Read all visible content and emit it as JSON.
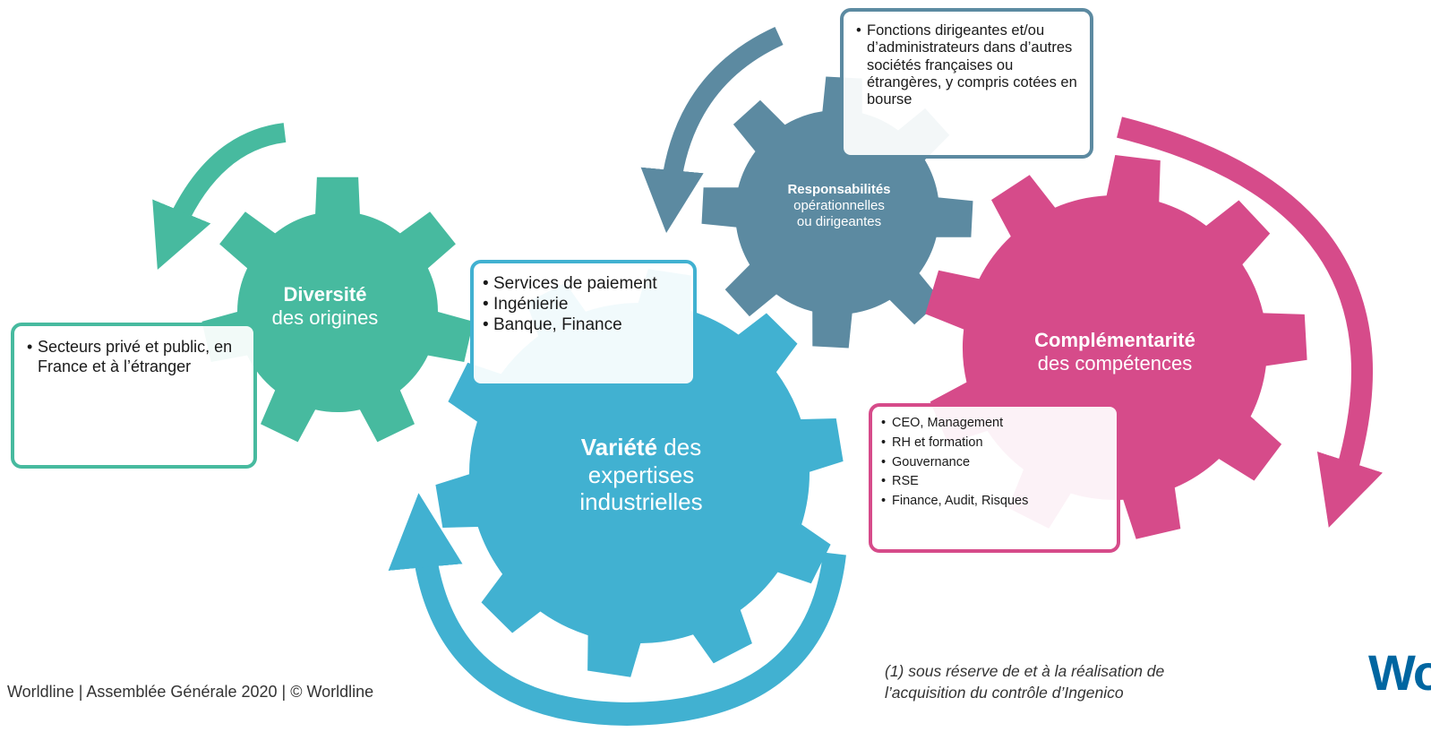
{
  "colors": {
    "green": "#47BA9F",
    "slate": "#5C8AA1",
    "pink": "#D64B8A",
    "blue": "#41B1D1",
    "logo_blue": "#0066A1"
  },
  "gears": {
    "diversite": {
      "title": "Diversité",
      "subtitle": "des origines"
    },
    "responsabilites": {
      "title": "Responsabilités",
      "line2": "opérationnelles",
      "line3": "ou dirigeantes"
    },
    "complementarite": {
      "title": "Complémentarité",
      "subtitle": "des compétences"
    },
    "variete": {
      "title": "Variété",
      "title_rest": " des",
      "line2": "expertises",
      "line3": "industrielles"
    }
  },
  "boxes": {
    "secteurs": {
      "items": [
        "Secteurs privé et public, en France et à l’étranger"
      ]
    },
    "services": {
      "items": [
        "Services de paiement",
        "Ingénierie",
        "Banque, Finance"
      ]
    },
    "fonctions": {
      "items": [
        "Fonctions dirigeantes et/ou d’administrateurs dans d’autres sociétés françaises ou étrangères, y compris cotées en bourse"
      ]
    },
    "competences": {
      "items": [
        "CEO, Management",
        "RH et formation",
        "Gouvernance",
        "RSE",
        "Finance, Audit, Risques"
      ]
    }
  },
  "footer": {
    "text": "Worldline | Assemblée Générale 2020 | © Worldline"
  },
  "note": {
    "line1": "(1) sous réserve de et à la réalisation de",
    "line2": "l’acquisition du contrôle d’Ingenico"
  },
  "logo": {
    "text": "Wo"
  }
}
